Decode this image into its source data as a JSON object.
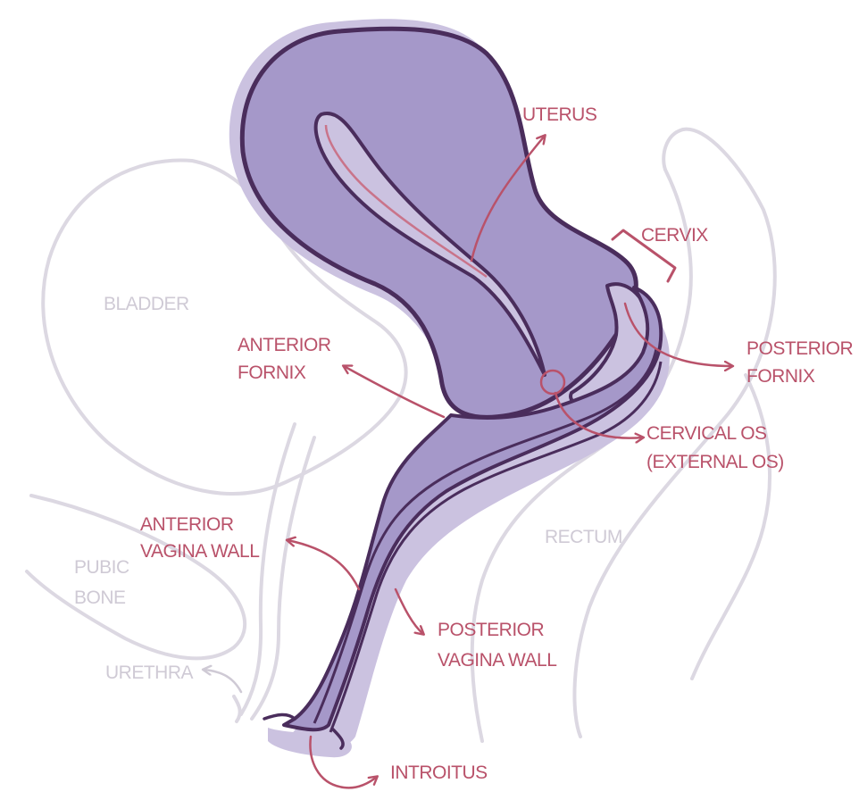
{
  "labels": {
    "uterus": "UTERUS",
    "cervix": "CERVIX",
    "bladder": "BLADDER",
    "anterior_fornix": [
      "ANTERIOR",
      "FORNIX"
    ],
    "posterior_fornix": [
      "POSTERIOR",
      "FORNIX"
    ],
    "cervical_os": [
      "CERVICAL OS",
      "(EXTERNAL OS)"
    ],
    "rectum": "RECTUM",
    "anterior_vagina_wall": [
      "ANTERIOR",
      "VAGINA WALL"
    ],
    "pubic_bone": [
      "PUBIC",
      "BONE"
    ],
    "posterior_vagina_wall": [
      "POSTERIOR",
      "VAGINA WALL"
    ],
    "urethra": "URETHRA",
    "introitus": "INTROITUS"
  },
  "colors": {
    "organ_fill": "#a598c9",
    "organ_halo": "#cbc2e0",
    "outline": "#4a2d5c",
    "label_red": "#b9526a",
    "label_grey": "#cfcad5"
  }
}
